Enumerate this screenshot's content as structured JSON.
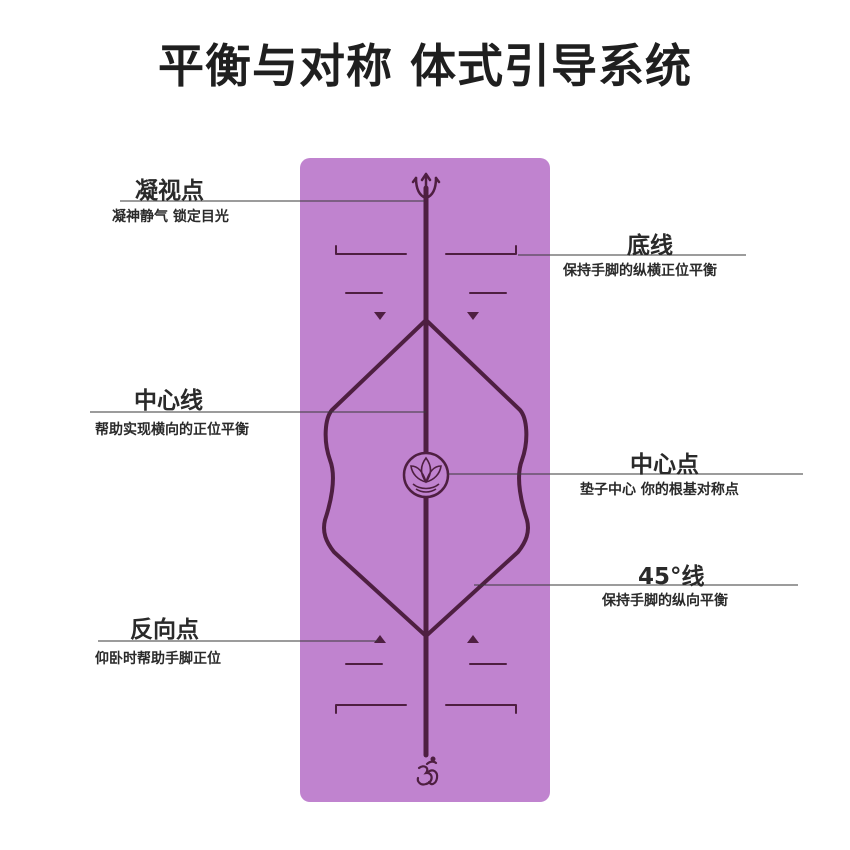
{
  "title": "平衡与对称 体式引导系统",
  "colors": {
    "mat": "#c083cf",
    "line": "#4e1f41",
    "leader": "#3a3a3a"
  },
  "callouts": {
    "gaze_point": {
      "title": "凝视点",
      "desc": "凝神静气 锁定目光"
    },
    "base_line": {
      "title": "底线",
      "desc": "保持手脚的纵横正位平衡"
    },
    "center_line": {
      "title": "中心线",
      "desc": "帮助实现横向的正位平衡"
    },
    "center_point": {
      "title": "中心点",
      "desc": "垫子中心 你的根基对称点"
    },
    "line_45": {
      "title": "45°线",
      "desc": "保持手脚的纵向平衡"
    },
    "reverse_point": {
      "title": "反向点",
      "desc": "仰卧时帮助手脚正位"
    }
  },
  "icons": {
    "top": "trident-icon",
    "center": "lotus-icon",
    "bottom": "om-icon"
  }
}
